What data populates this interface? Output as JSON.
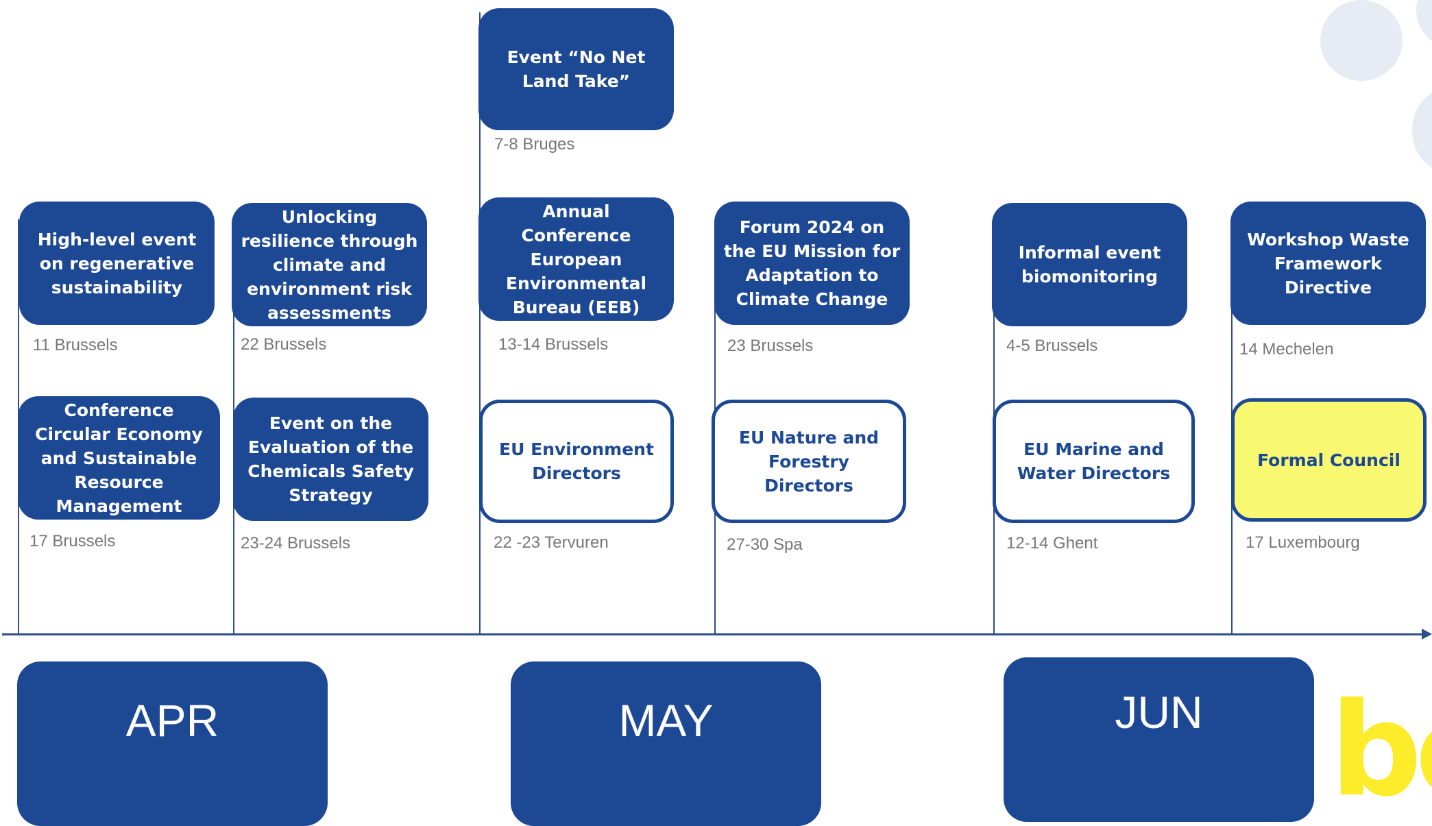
{
  "events": [
    {
      "id": "regenerative",
      "title": "High-level event on regenerative sustainability",
      "location": "11 Brussels",
      "style": "filled"
    },
    {
      "id": "circular",
      "title": "Conference Circular Economy and Sustainable Resource Management",
      "location": "17 Brussels",
      "style": "filled"
    },
    {
      "id": "resilience",
      "title": "Unlocking resilience through climate and environment risk assessments",
      "location": "22 Brussels",
      "style": "filled"
    },
    {
      "id": "chemicals",
      "title": "Event on the Evaluation of the Chemicals Safety Strategy",
      "location": "23-24 Brussels",
      "style": "filled"
    },
    {
      "id": "no-net-land-take",
      "title": "Event “No Net Land Take”",
      "location": "7-8 Bruges",
      "style": "filled"
    },
    {
      "id": "eeb",
      "title": "Annual Conference European Environmental Bureau (EEB)",
      "location": "13-14 Brussels",
      "style": "filled"
    },
    {
      "id": "env-directors",
      "title": "EU Environment Directors",
      "location": "22 -23 Tervuren",
      "style": "outline"
    },
    {
      "id": "adaptation-forum",
      "title": "Forum 2024 on the EU Mission for Adaptation to Climate Change",
      "location": "23 Brussels",
      "style": "filled"
    },
    {
      "id": "nature-forestry",
      "title": "EU Nature and Forestry Directors",
      "location": "27-30 Spa",
      "style": "outline"
    },
    {
      "id": "biomonitoring",
      "title": "Informal event biomonitoring",
      "location": "4-5 Brussels",
      "style": "filled"
    },
    {
      "id": "marine-water",
      "title": "EU Marine and Water Directors",
      "location": "12-14 Ghent",
      "style": "outline"
    },
    {
      "id": "waste-framework",
      "title": "Workshop Waste Framework Directive",
      "location": "14 Mechelen",
      "style": "filled"
    },
    {
      "id": "formal-council",
      "title": "Formal Council",
      "location": "17 Luxembourg",
      "style": "highlight"
    }
  ],
  "months": [
    "APR",
    "MAY",
    "JUN"
  ],
  "logo": {
    "text": "be"
  },
  "colors": {
    "primary": "#1c4894",
    "highlight": "#f9f871",
    "location_text": "#777777",
    "logo": "#fcec2a",
    "decor": "#e6ebf4"
  }
}
